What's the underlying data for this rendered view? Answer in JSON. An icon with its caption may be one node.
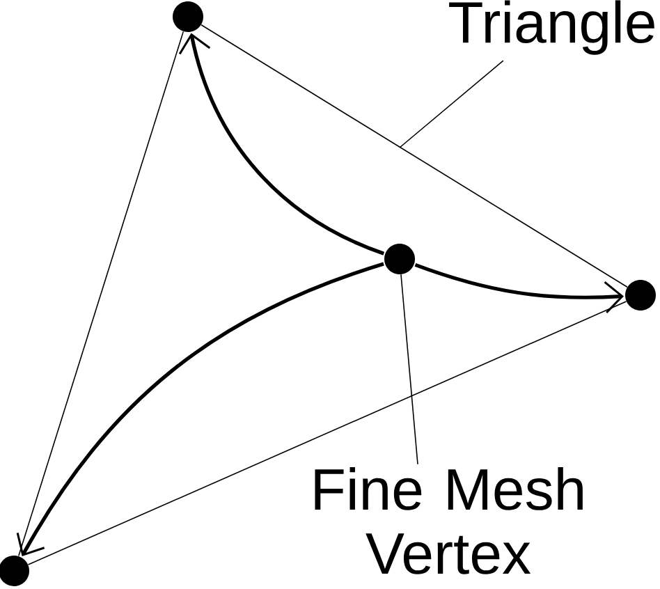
{
  "diagram": {
    "nodes": [
      {
        "text": [],
        "shape": "circle"
      },
      {
        "text": [],
        "shape": "circle"
      },
      {
        "text": [],
        "shape": "circle"
      },
      {
        "text": [],
        "shape": "circle"
      },
      {
        "text": [
          "Triangle"
        ]
      },
      {
        "text": [
          "Fine Mesh Vertex"
        ]
      }
    ],
    "edges": [
      {
        "from": 0,
        "to": 1,
        "arrow": "none"
      },
      {
        "from": 1,
        "to": 2,
        "arrow": "none"
      },
      {
        "from": 2,
        "to": 0,
        "arrow": "none"
      },
      {
        "from": 3,
        "to": 0,
        "arrow": "to",
        "style": "thick"
      },
      {
        "from": 3,
        "to": 1,
        "arrow": "to",
        "style": "thick"
      },
      {
        "from": 3,
        "to": 2,
        "arrow": "to",
        "style": "thick"
      },
      {
        "from": 4,
        "to": null,
        "arrow": "none"
      },
      {
        "from": 5,
        "to": 3,
        "arrow": "none"
      }
    ]
  }
}
